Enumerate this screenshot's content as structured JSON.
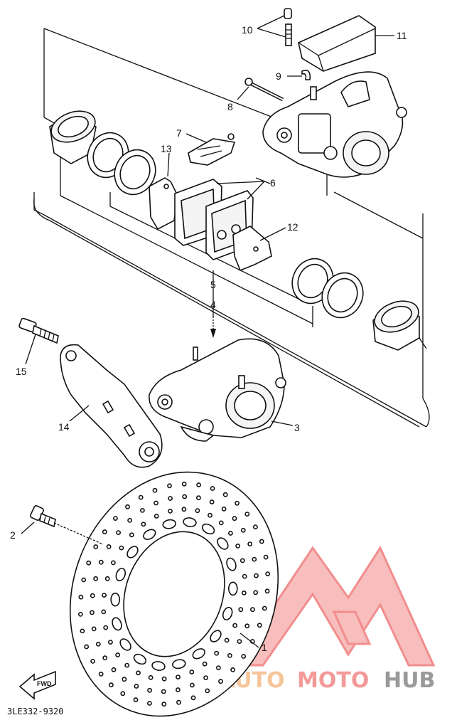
{
  "diagram": {
    "part_numbers": [
      "1",
      "2",
      "3",
      "4",
      "5",
      "6",
      "7",
      "8",
      "9",
      "10",
      "11",
      "12",
      "13",
      "14",
      "15"
    ],
    "drawing_code": "3LE332-9320",
    "fwd_label": "FWD"
  },
  "watermark": {
    "part1": "AUTO",
    "part2": "MOTO",
    "part3": "HUB",
    "colors": {
      "auto": "#f6c59a",
      "moto": "#f29a9a",
      "hub": "#9a9a9a",
      "logo": "#f26b6b"
    }
  }
}
